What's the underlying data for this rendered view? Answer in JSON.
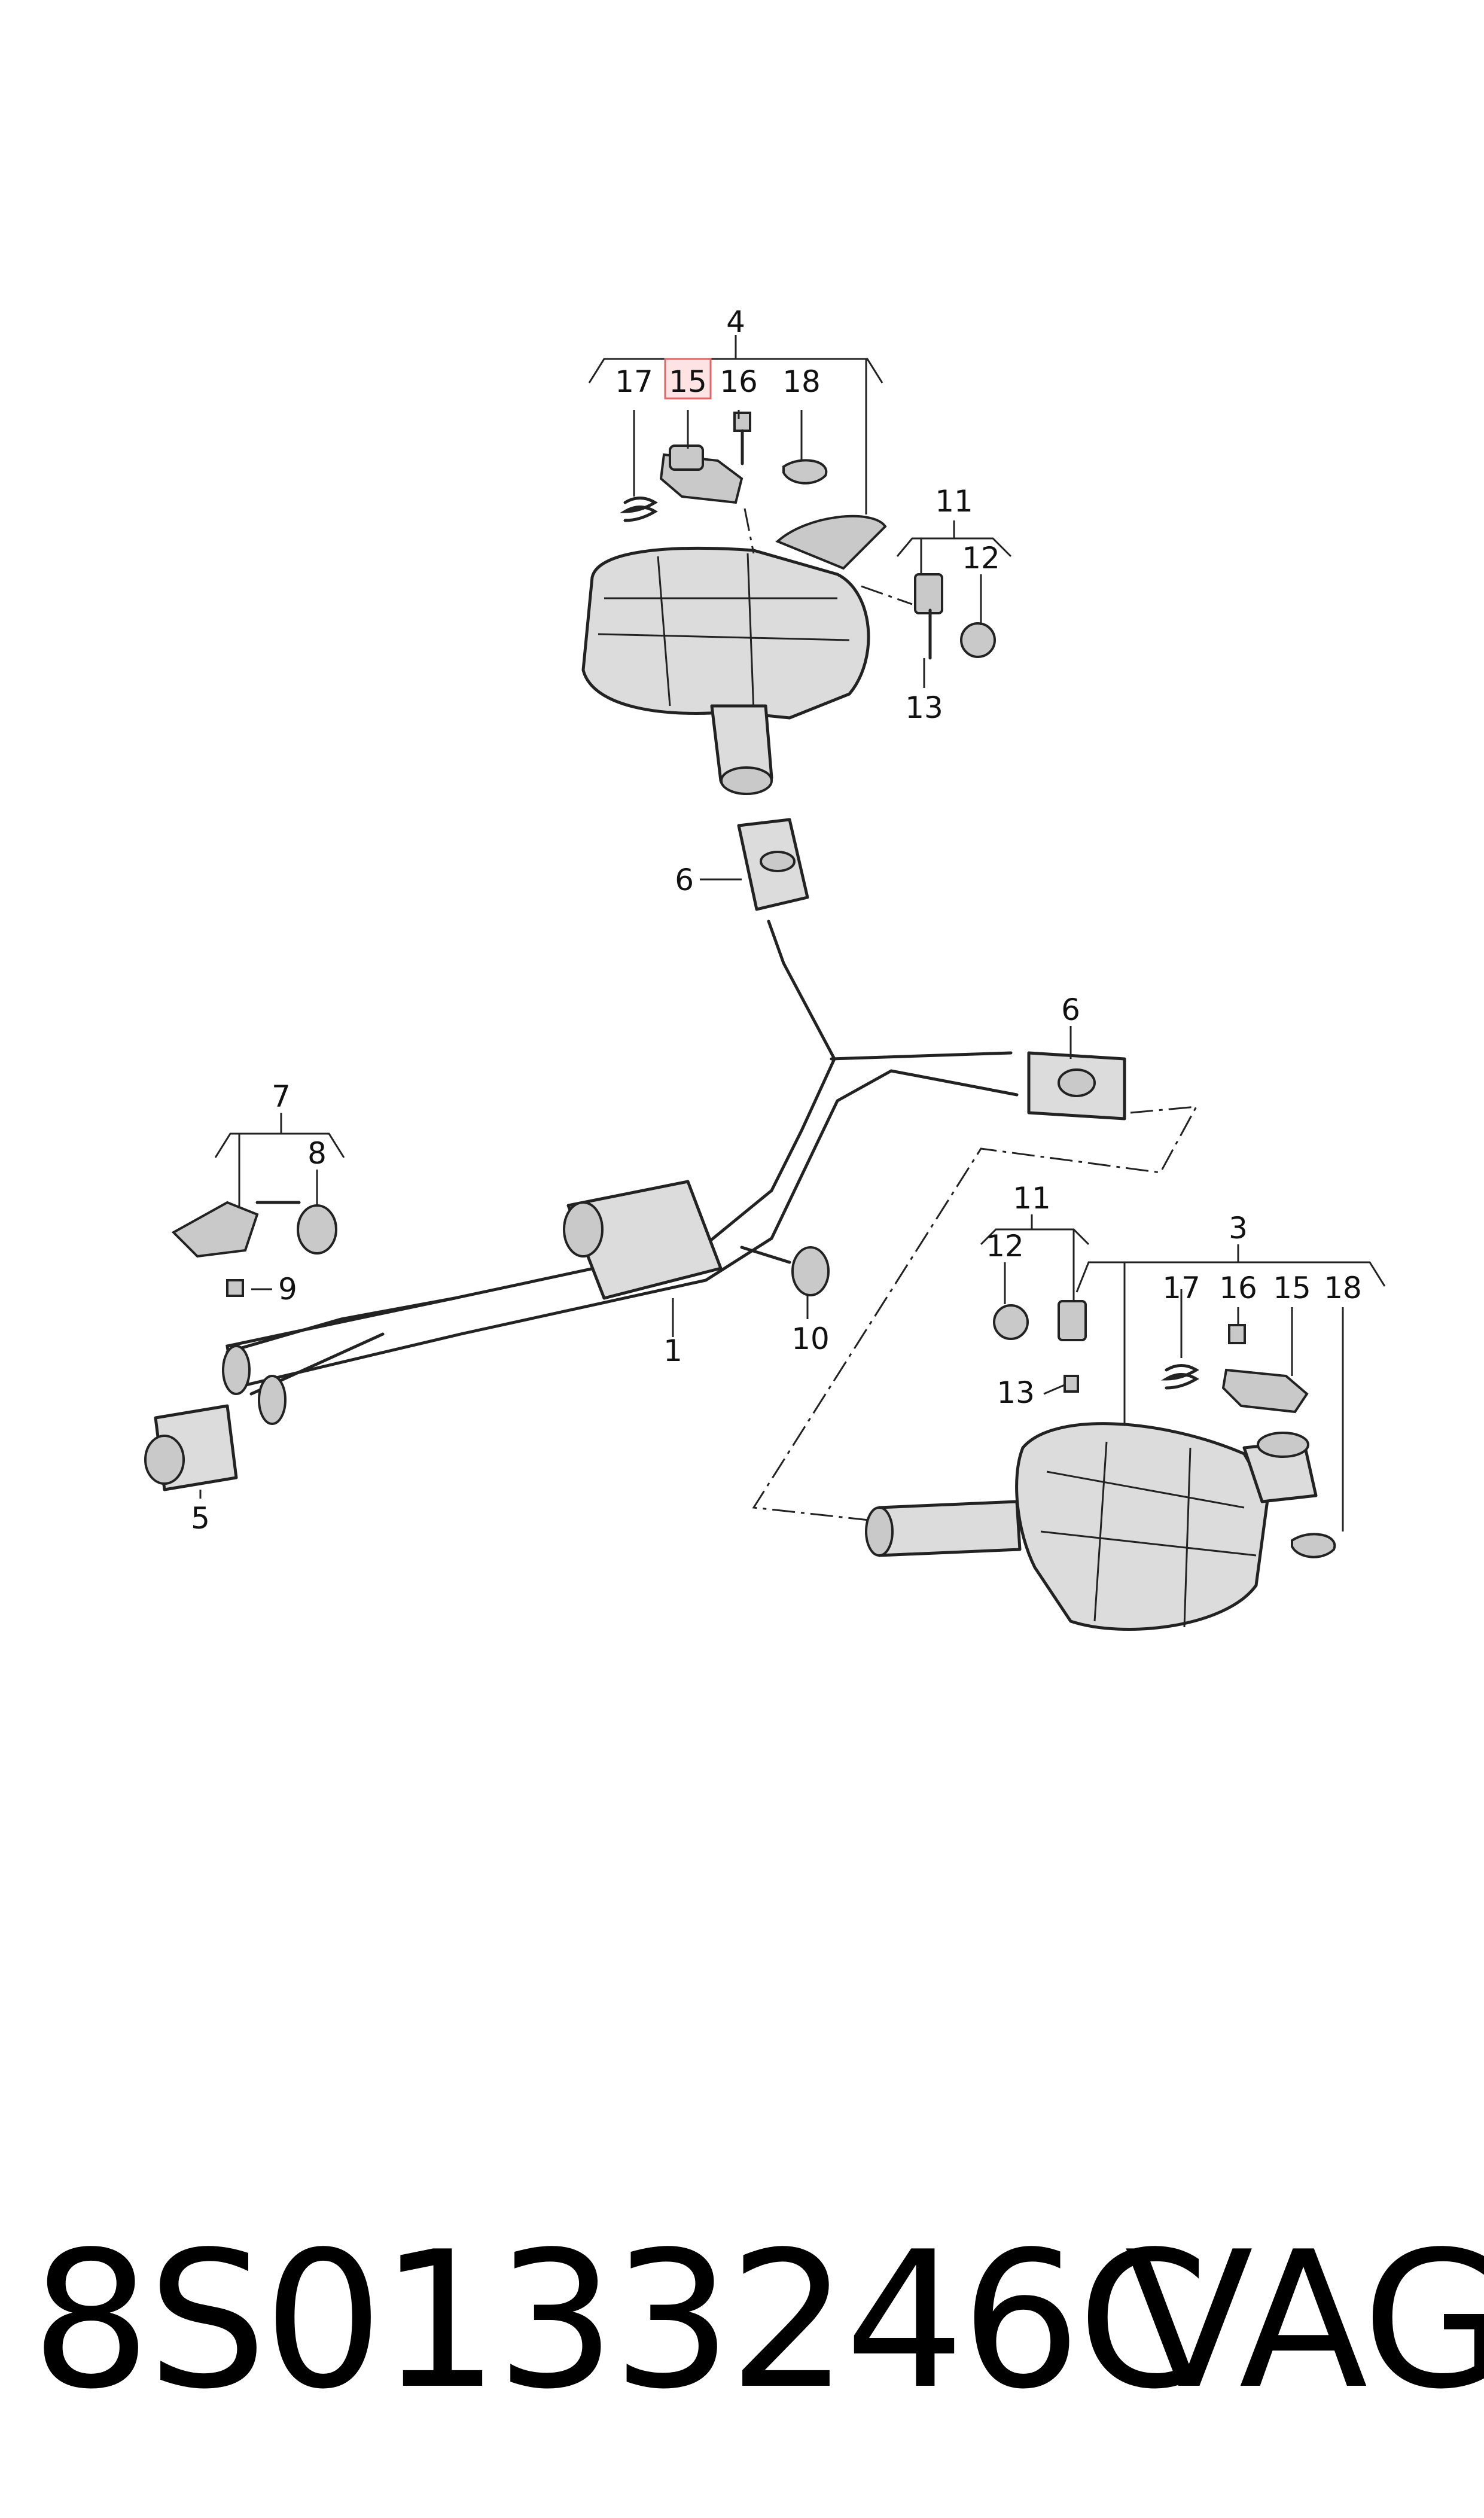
{
  "diagram": {
    "callouts": {
      "c4": "4",
      "c17a": "17",
      "c15a": "15",
      "c16a": "16",
      "c18a": "18",
      "c11a": "11",
      "c12a": "12",
      "c13a": "13",
      "c6a": "6",
      "c6b": "6",
      "c7": "7",
      "c8": "8",
      "c9": "9",
      "c10": "10",
      "c1": "1",
      "c5": "5",
      "c11b": "11",
      "c12b": "12",
      "c13b": "13",
      "c3": "3",
      "c17b": "17",
      "c16b": "16",
      "c15b": "15",
      "c18b": "18"
    },
    "highlighted_callout": "15",
    "highlight_color": "#e06666"
  },
  "caption": {
    "part_number": "8S0133246C",
    "brand": "VAG"
  }
}
